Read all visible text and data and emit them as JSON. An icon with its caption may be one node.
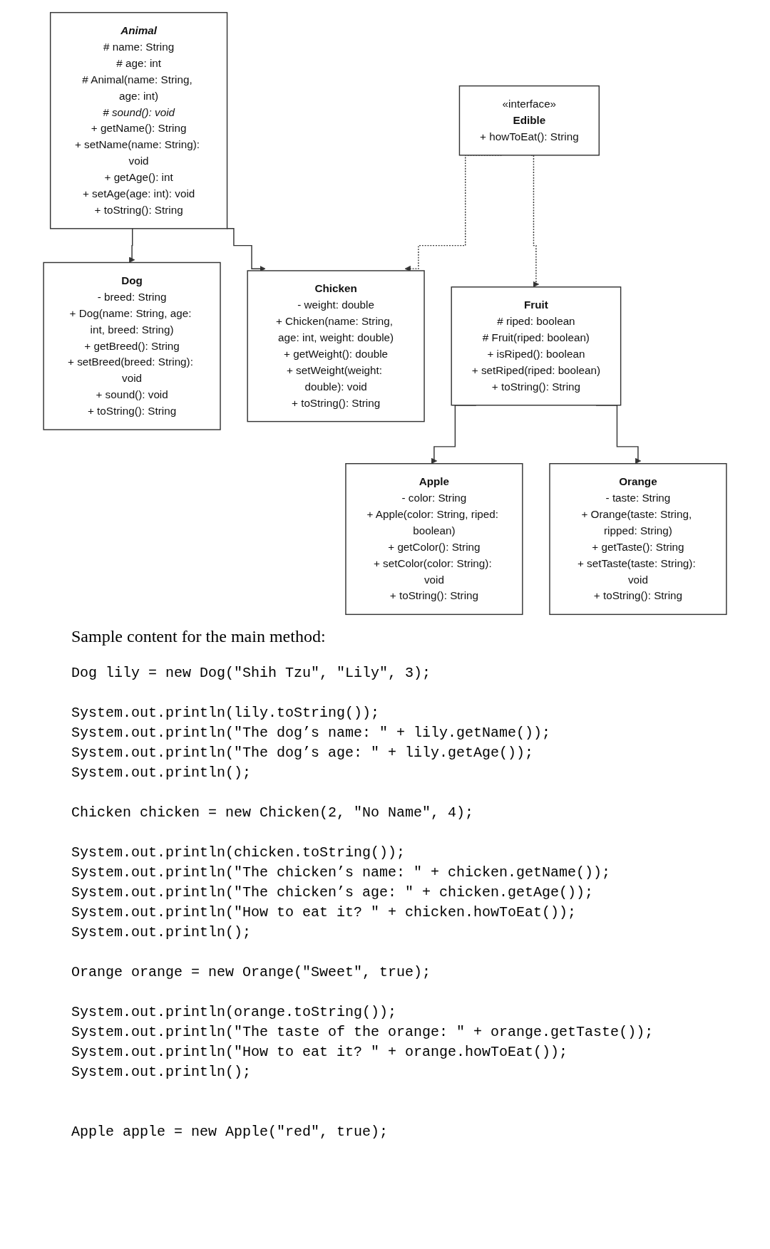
{
  "diagram": {
    "nodes": [
      {
        "text": [
          "Animal",
          "# name: String",
          "# age: int",
          "# Animal(name: String, age: int)",
          "# sound(): void",
          "+ getName(): String",
          "+ setName(name: String): void",
          "+ getAge(): int",
          "+ setAge(age: int): void",
          "+ toString(): String"
        ]
      },
      {
        "text": [
          "«interface»",
          "Edible",
          "+ howToEat(): String"
        ]
      },
      {
        "text": [
          "Dog",
          "- breed: String",
          "+ Dog(name: String, age: int, breed: String)",
          "+ getBreed(): String",
          "+ setBreed(breed: String): void",
          "+ sound(): void",
          "+ toString(): String"
        ]
      },
      {
        "text": [
          "Chicken",
          "- weight: double",
          "+ Chicken(name: String, age: int, weight: double)",
          "+ getWeight(): double",
          "+ setWeight(weight: double): void",
          "+ toString(): String"
        ]
      },
      {
        "text": [
          "Fruit",
          "# riped: boolean",
          "# Fruit(riped: boolean)",
          "+ isRiped(): boolean",
          "+ setRiped(riped: boolean)",
          "+ toString(): String"
        ]
      },
      {
        "text": [
          "Apple",
          "- color: String",
          "+ Apple(color: String, riped: boolean)",
          "+ getColor(): String",
          "+ setColor(color: String): void",
          "+ toString(): String"
        ]
      },
      {
        "text": [
          "Orange",
          "- taste: String",
          "+ Orange(taste: String, ripped: String)",
          "+ getTaste(): String",
          "+ setTaste(taste: String): void",
          "+ toString(): String"
        ]
      }
    ],
    "edges": [
      {
        "from": 0,
        "to": 2,
        "arrow": "to"
      },
      {
        "from": 0,
        "to": 3,
        "arrow": "to"
      },
      {
        "from": 1,
        "to": 3,
        "arrow": "to",
        "style": "dashed"
      },
      {
        "from": 1,
        "to": 4,
        "arrow": "to",
        "style": "dashed"
      },
      {
        "from": 4,
        "to": 5,
        "arrow": "to"
      },
      {
        "from": 4,
        "to": 6,
        "arrow": "to"
      }
    ],
    "labels": [
      "Sample content for the main method:",
      "Dog lily = new Dog(\"Shih Tzu\", \"Lily\", 3);",
      "System.out.println(lily.toString());",
      "System.out.println(\"The dog’s name: \" + lily.getName());",
      "System.out.println(\"The dog’s age: \" + lily.getAge());",
      "System.out.println();",
      "Chicken chicken = new Chicken(2, \"No Name\", 4);",
      "System.out.println(chicken.toString());",
      "System.out.println(\"The chicken’s name: \" + chicken.getName());",
      "System.out.println(\"The chicken’s age: \" + chicken.getAge());",
      "System.out.println(\"How to eat it? \" + chicken.howToEat());",
      "System.out.println();",
      "Orange orange = new Orange(\"Sweet\", true);",
      "System.out.println(orange.toString());",
      "System.out.println(\"The taste of the orange: \" + orange.getTaste());",
      "System.out.println(\"How to eat it? \" + orange.howToEat());",
      "System.out.println();",
      "Apple apple = new Apple(\"red\", true);"
    ]
  }
}
